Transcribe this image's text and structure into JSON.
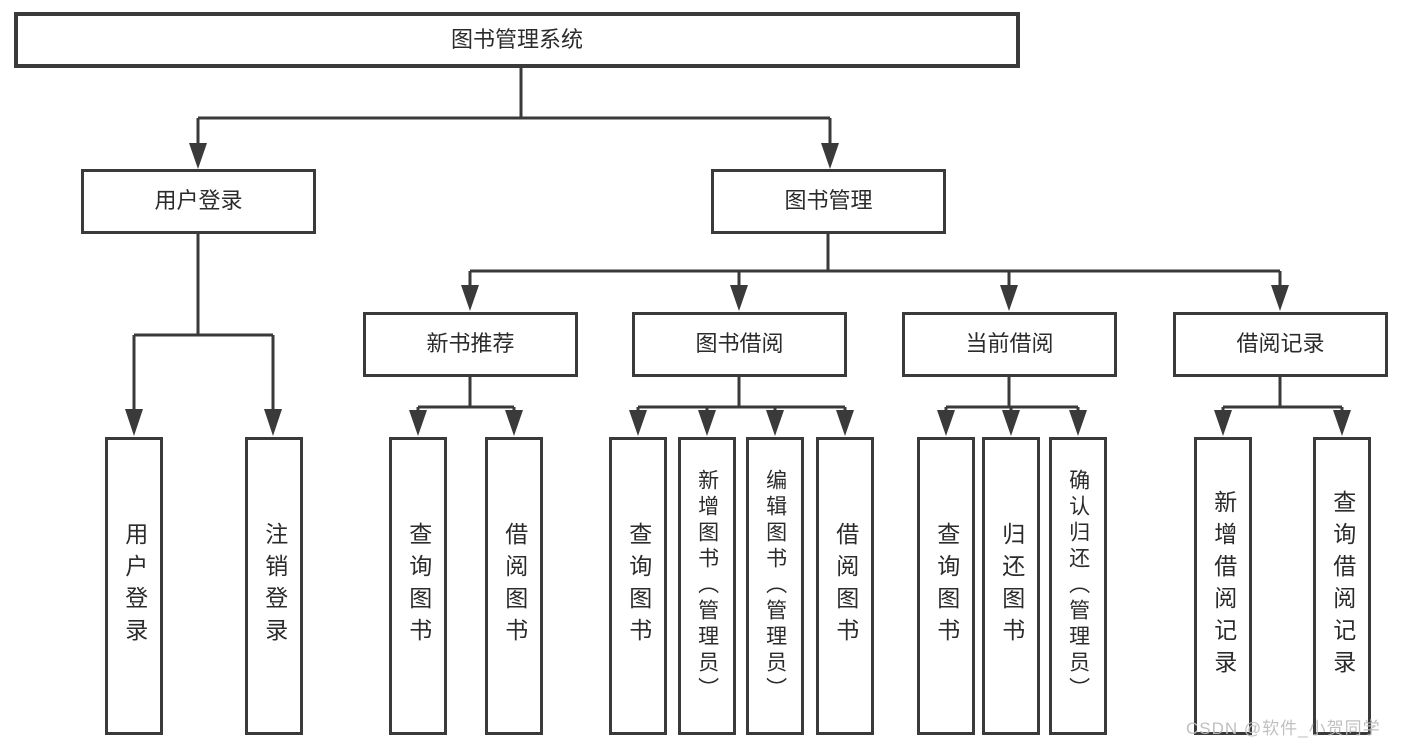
{
  "diagram": {
    "title": "图书管理系统",
    "branches": [
      {
        "label": "用户登录",
        "leaves": [
          "用户登录",
          "注销登录"
        ]
      },
      {
        "label": "图书管理",
        "sections": [
          {
            "label": "新书推荐",
            "leaves": [
              "查询图书",
              "借阅图书"
            ]
          },
          {
            "label": "图书借阅",
            "leaves": [
              "查询图书",
              "新增图书（管理员）",
              "编辑图书（管理员）",
              "借阅图书"
            ]
          },
          {
            "label": "当前借阅",
            "leaves": [
              "查询图书",
              "归还图书",
              "确认归还（管理员）"
            ]
          },
          {
            "label": "借阅记录",
            "leaves": [
              "新增借阅记录",
              "查询借阅记录"
            ]
          }
        ]
      }
    ]
  },
  "watermark": {
    "text": "CSDN @软件_小贺同学"
  },
  "colors": {
    "line": "#3a3a3a",
    "text": "#2b2b2b",
    "box_fill": "#ffffff",
    "watermark": "#bdbdbd",
    "background": "#ffffff"
  }
}
